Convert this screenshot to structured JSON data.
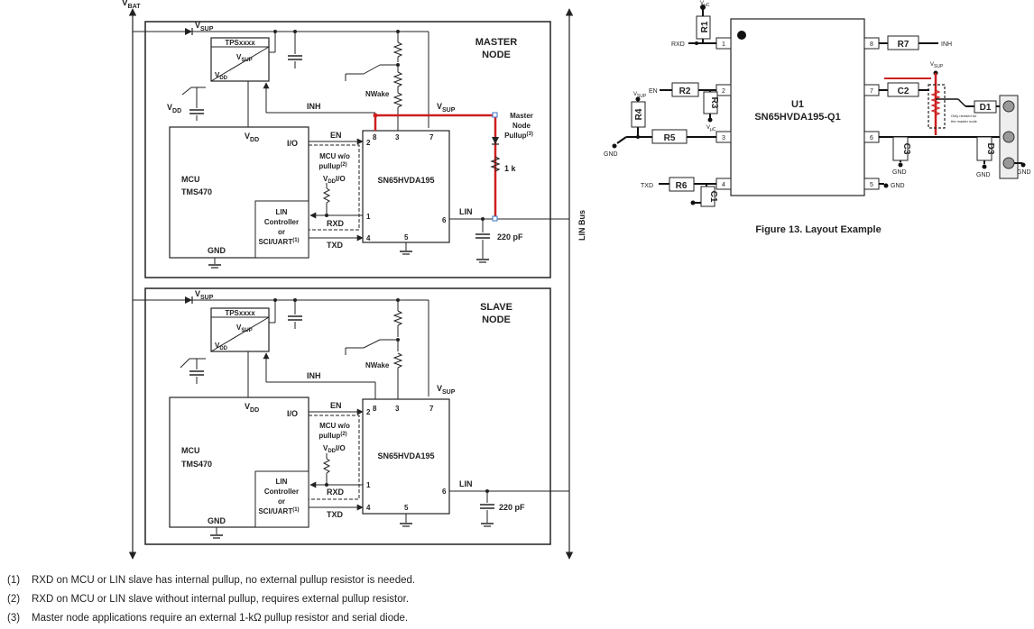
{
  "schematic": {
    "vbat_label": "V",
    "vbat_sub": "BAT",
    "lin_bus_label": "LIN Bus",
    "master": {
      "title_line1": "MASTER",
      "title_line2": "NODE",
      "regulator": "TPSxxxx",
      "vsup": "V",
      "vsup_sub": "SUP",
      "vdd": "V",
      "vdd_sub": "DD",
      "inh": "INH",
      "nwake": "NWake",
      "en": "EN",
      "io": "I/O",
      "mcu_line1": "MCU",
      "mcu_line2": "TMS470",
      "gnd": "GND",
      "lin_ctrl_line1": "LIN",
      "lin_ctrl_line2": "Controller",
      "lin_ctrl_line3": "or",
      "lin_ctrl_line4": "SCI/UART",
      "lin_ctrl_sup": "(1)",
      "pullup_line1": "MCU w/o",
      "pullup_line2": "pullup",
      "pullup_sup": "(2)",
      "vdd_io": "I/O",
      "rxd": "RXD",
      "txd": "TXD",
      "transceiver": "SN65HVDA195",
      "pin8": "8",
      "pin3": "3",
      "pin7": "7",
      "pin2": "2",
      "pin1": "1",
      "pin4": "4",
      "pin5": "5",
      "pin6": "6",
      "lin": "LIN",
      "pullup_note_line1": "Master",
      "pullup_note_line2": "Node",
      "pullup_note_line3": "Pullup",
      "pullup_note_sup": "(3)",
      "resistor": "1 k",
      "capacitor": "220 pF"
    },
    "slave": {
      "title_line1": "SLAVE",
      "title_line2": "NODE",
      "regulator": "TPSxxxx",
      "vsup": "V",
      "vsup_sub": "SUP",
      "vdd": "V",
      "vdd_sub": "DD",
      "inh": "INH",
      "nwake": "NWake",
      "en": "EN",
      "io": "I/O",
      "mcu_line1": "MCU",
      "mcu_line2": "TMS470",
      "gnd": "GND",
      "lin_ctrl_line1": "LIN",
      "lin_ctrl_line2": "Controller",
      "lin_ctrl_line3": "or",
      "lin_ctrl_line4": "SCI/UART",
      "lin_ctrl_sup": "(1)",
      "pullup_line1": "MCU w/o",
      "pullup_line2": "pullup",
      "pullup_sup": "(2)",
      "vdd_io": "I/O",
      "rxd": "RXD",
      "txd": "TXD",
      "transceiver": "SN65HVDA195",
      "pin8": "8",
      "pin3": "3",
      "pin7": "7",
      "pin2": "2",
      "pin1": "1",
      "pin4": "4",
      "pin5": "5",
      "pin6": "6",
      "lin": "LIN",
      "capacitor": "220 pF"
    }
  },
  "layout_example": {
    "u1_line1": "U1",
    "u1_line2": "SN65HVDA195-Q1",
    "caption": "Figure 13.  Layout Example",
    "r1": "R1",
    "r2": "R2",
    "r3": "R3",
    "r4": "R4",
    "r5": "R5",
    "r6": "R6",
    "r7": "R7",
    "c1": "C1",
    "c2": "C2",
    "c3": "C3",
    "d1": "D1",
    "d3": "D3",
    "pin1": "1",
    "pin2": "2",
    "pin3": "3",
    "pin4": "4",
    "pin5": "5",
    "pin6": "6",
    "pin7": "7",
    "pin8": "8",
    "rxd": "RXD",
    "en": "EN",
    "txd": "TXD",
    "inh": "INH",
    "gnd": "GND",
    "vsup": "V",
    "vsup_sub": "SUP",
    "vuc": "V",
    "vuc_sub": "μC",
    "master_note_line1": "Only needed for",
    "master_note_line2": "the master node"
  },
  "footnotes": [
    {
      "num": "(1)",
      "text": "RXD on MCU or LIN slave has internal pullup, no external pullup resistor is needed."
    },
    {
      "num": "(2)",
      "text": "RXD on MCU or LIN slave without internal pullup, requires external pullup resistor."
    },
    {
      "num": "(3)",
      "text": "Master node applications require an external 1-kΩ pullup resistor and serial diode."
    }
  ]
}
